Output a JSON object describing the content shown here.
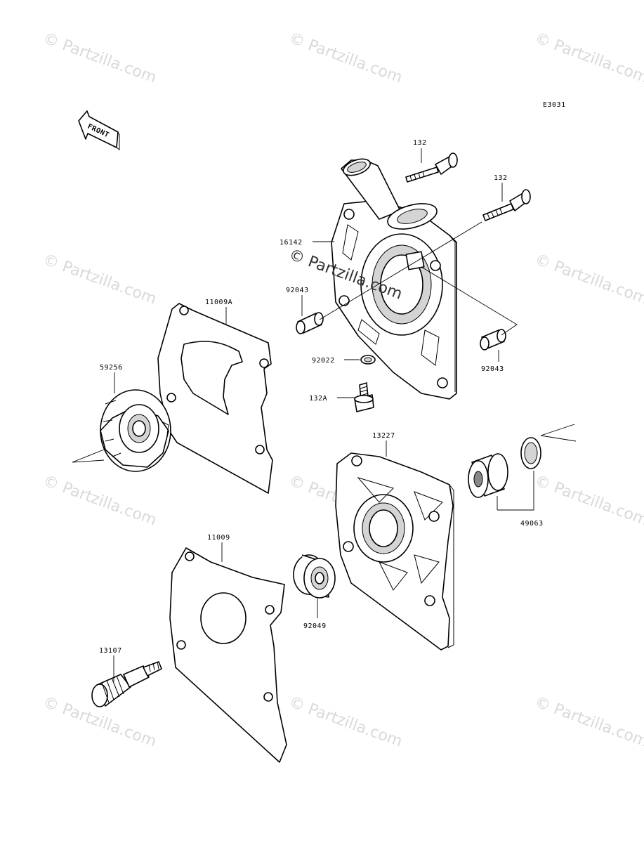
{
  "watermark": {
    "text": "© Partzilla.com"
  },
  "diagram_code": "E3031",
  "front_label": "FRONT",
  "parts": [
    {
      "id": "bolt-upper",
      "label": "132"
    },
    {
      "id": "bolt-right",
      "label": "132"
    },
    {
      "id": "pump-cover",
      "label": "16142"
    },
    {
      "id": "dowel-left",
      "label": "92043"
    },
    {
      "id": "dowel-right",
      "label": "92043"
    },
    {
      "id": "gasket-a",
      "label": "11009A"
    },
    {
      "id": "impeller",
      "label": "59256"
    },
    {
      "id": "washer",
      "label": "92022"
    },
    {
      "id": "stud-bolt",
      "label": "132A"
    },
    {
      "id": "pump-body",
      "label": "13227"
    },
    {
      "id": "seal-set",
      "label": "49063"
    },
    {
      "id": "gasket",
      "label": "11009"
    },
    {
      "id": "oil-seal",
      "label": "92049"
    },
    {
      "id": "pump-shaft",
      "label": "13107"
    }
  ]
}
